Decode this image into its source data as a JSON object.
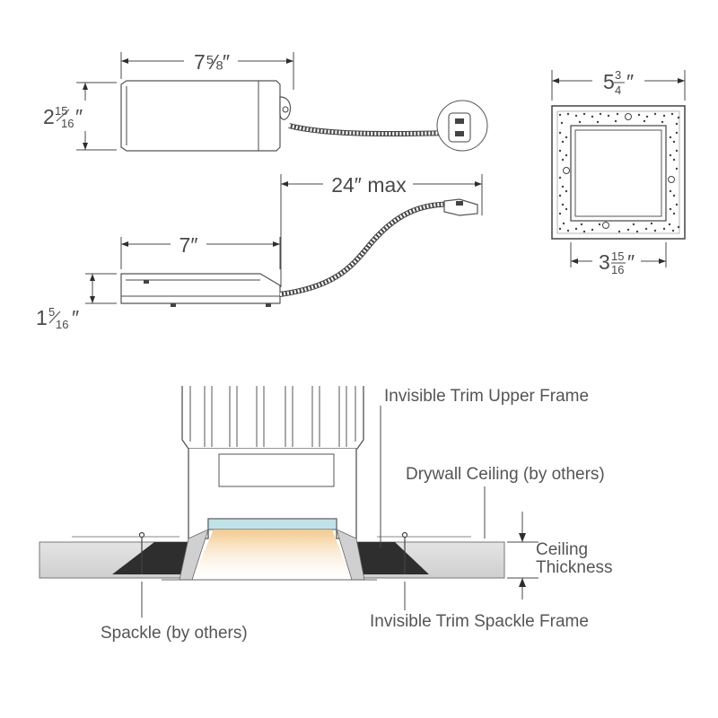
{
  "dimensions": {
    "driver_length": "7⅝″",
    "driver_height_whole": "2",
    "driver_height_num": "15",
    "driver_height_den": "16",
    "driver_height_unit": "″",
    "cable_length": "24″ max",
    "housing_length": "7″",
    "housing_height_whole": "1",
    "housing_height_num": "5",
    "housing_height_den": "16",
    "housing_height_unit": "″",
    "trim_outer_whole": "5",
    "trim_outer_num": "3",
    "trim_outer_den": "4",
    "trim_outer_unit": "″",
    "trim_inner_whole": "3",
    "trim_inner_num": "15",
    "trim_inner_den": "16",
    "trim_inner_unit": "″"
  },
  "callouts": {
    "upper_frame": "Invisible Trim Upper Frame",
    "drywall": "Drywall Ceiling (by others)",
    "ceiling_thickness_1": "Ceiling",
    "ceiling_thickness_2": "Thickness",
    "spackle": "Spackle (by others)",
    "spackle_frame": "Invisible Trim Spackle Frame"
  },
  "colors": {
    "line": "#4a4a4a",
    "drywall": "#dadada",
    "dark_fill": "#2e2e2e",
    "light_warm": "#f6d9a2",
    "lens": "#bfe3e8"
  }
}
